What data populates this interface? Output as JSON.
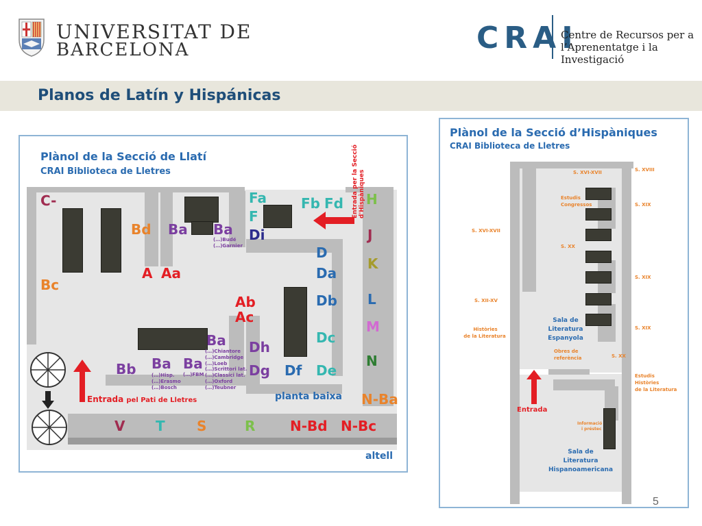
{
  "header": {
    "ub_name_line1": "UNIVERSITAT DE",
    "ub_name_line2": "BARCELONA",
    "crai_logo": "CRAI",
    "crai_desc_line1": "Centre de Recursos per a",
    "crai_desc_line2": "l’Aprenentatge i la Investigació"
  },
  "page_title": "Planos de Latín y Hispánicas",
  "latin_map": {
    "title": "Plànol de la Secció de Llatí",
    "subtitle": "CRAI Biblioteca de Lletres",
    "entrance_hisp": "Entrada per la Secció d'Hispàniques",
    "entrance_main": "Entrada",
    "entrance_main_suffix": "pel Pati de Lletres",
    "floor_label": "planta baixa",
    "mezz_label": "altell",
    "labels": {
      "c_minus": "C-",
      "bc": "Bc",
      "bd": "Bd",
      "ba1": "Ba",
      "ba2": "Ba",
      "ba2_note1": "(…)Budé",
      "ba2_note2": "(…)Garnier",
      "a": "A",
      "aa": "Aa",
      "fa": "Fa",
      "f": "F",
      "di": "Di",
      "fb": "Fb",
      "fd": "Fd",
      "h": "H",
      "j": "J",
      "k": "K",
      "l": "L",
      "m": "M",
      "n": "N",
      "nba": "N-Ba",
      "d": "D",
      "da": "Da",
      "db": "Db",
      "dc": "Dc",
      "de": "De",
      "df": "Df",
      "ab": "Ab",
      "ac": "Ac",
      "dh": "Dh",
      "dg": "Dg",
      "ba3": "Ba",
      "ba3_notes": [
        "(…)Chiantore",
        "(…)Cambridge",
        "(…)Loeb",
        "(…)Scrittori lat.",
        "(…)Classici lat.",
        "(…)Oxford",
        "(…)Teubner"
      ],
      "bb": "Bb",
      "ba4": "Ba",
      "ba4_notes": [
        "(…)Hisp.",
        "(…)Erasmo",
        "(…)Bosch"
      ],
      "ba5": "Ba",
      "ba5_note": "(…)FBM",
      "v": "V",
      "t": "T",
      "s": "S",
      "r": "R",
      "nbd": "N-Bd",
      "nbc": "N-Bc"
    }
  },
  "hisp_map": {
    "title": "Plànol de la Secció d’Hispàniques",
    "subtitle": "CRAI Biblioteca de Lletres",
    "labels": {
      "s_xvi_xvii_top": "S. XVI-XVII",
      "s_xviii": "S. XVIII",
      "estudis_congressos_1": "Estudis",
      "estudis_congressos_2": "Congressos",
      "s_xix_1": "S. XIX",
      "s_xvi_xvii_left": "S. XVI-XVII",
      "s_xx_1": "S. XX",
      "s_xix_2": "S. XIX",
      "s_xii_xv": "S. XII-XV",
      "sala_esp_1": "Sala de",
      "sala_esp_2": "Literatura",
      "sala_esp_3": "Espanyola",
      "historia_1": "Històries",
      "historia_2": "de la Literatura",
      "s_xix_3": "S. XIX",
      "obres_1": "Obres de",
      "obres_2": "referència",
      "s_xx_2": "S. XX",
      "estudis_hist_1": "Estudis",
      "estudis_hist_2": "Històries",
      "estudis_hist_3": "de la Literatura",
      "entrada": "Entrada",
      "info_1": "Informació",
      "info_2": "i préstec",
      "sala_hisp_1": "Sala de",
      "sala_hisp_2": "Literatura",
      "sala_hisp_3": "Hispanoamericana"
    }
  },
  "page_number": "5",
  "colors": {
    "title_blue": "#1f4e79",
    "map_blue": "#2a6bb0",
    "red": "#e31e24",
    "orange": "#e9832b",
    "purple": "#7b3fa0",
    "teal": "#35b7b0",
    "green": "#7cc04b",
    "magenta": "#d26ad2",
    "dark_green": "#2e7d32",
    "olive": "#a59b2c",
    "maroon": "#a02c50"
  }
}
